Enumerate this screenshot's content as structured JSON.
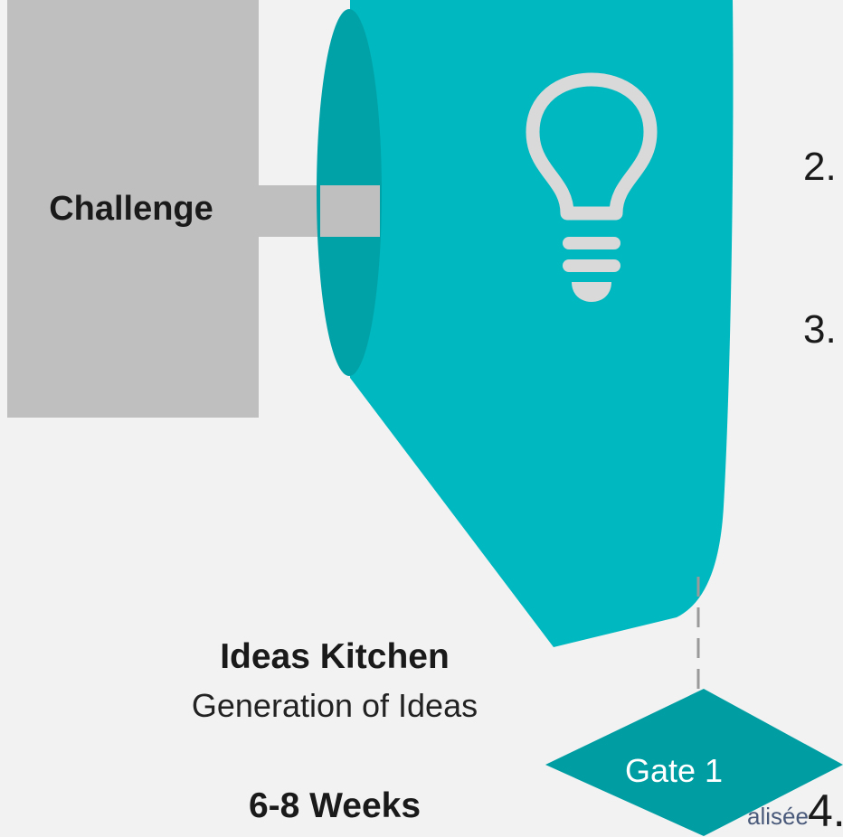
{
  "diagram": {
    "challenge_label": "Challenge",
    "stage_title": "Ideas Kitchen",
    "stage_subtitle": "Generation of Ideas",
    "duration": "6-8 Weeks",
    "gate_label": "Gate 1",
    "step_numbers": [
      "2.",
      "3.",
      "4."
    ],
    "partial_text": "alisée"
  },
  "icons": {
    "lightbulb": "lightbulb-icon"
  },
  "colors": {
    "background": "#f2f2f2",
    "challenge_box": "#bfbfbf",
    "funnel": "#00b8bf",
    "funnel_mouth": "#00a2a8",
    "gate": "#009ea3",
    "icon": "#d9d9d9",
    "text": "#1a1a1a"
  }
}
